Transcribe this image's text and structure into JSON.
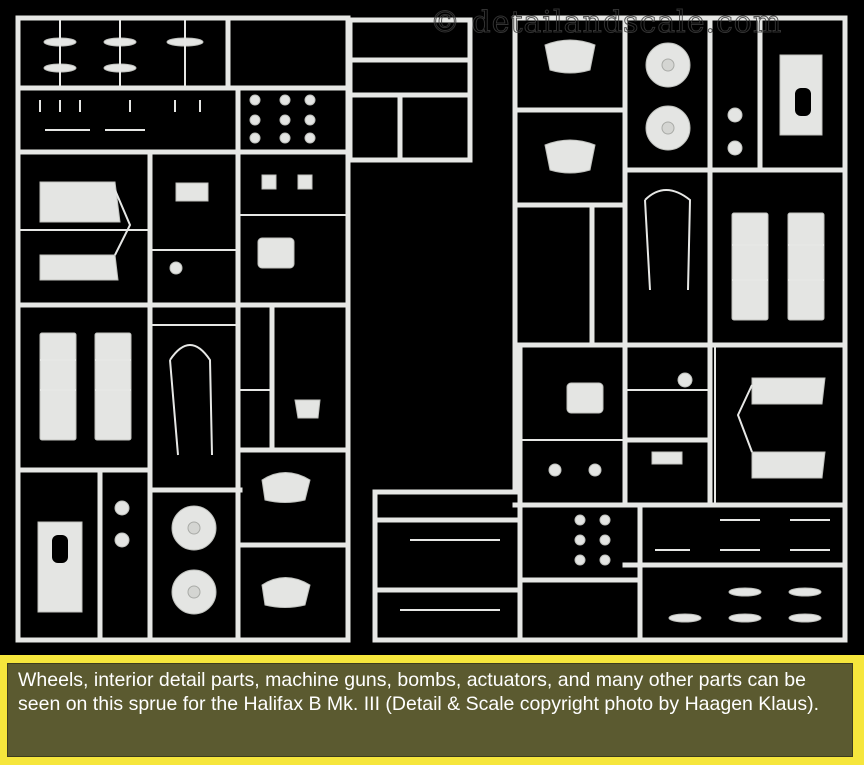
{
  "photo": {
    "watermark": "© detailandscale.com",
    "alt": "photo"
  },
  "caption": {
    "text": "Wheels, interior detail parts, machine guns, bombs, actuators, and many other parts can be seen on this sprue for the Halifax B Mk. III (Detail & Scale copyright photo by  Haagen Klaus)."
  },
  "colors": {
    "background": "#000000",
    "plastic": "#e4e5e3",
    "caption_border": "#f6e63c",
    "caption_fill": "#5b5a30",
    "caption_text": "#ffffff"
  }
}
